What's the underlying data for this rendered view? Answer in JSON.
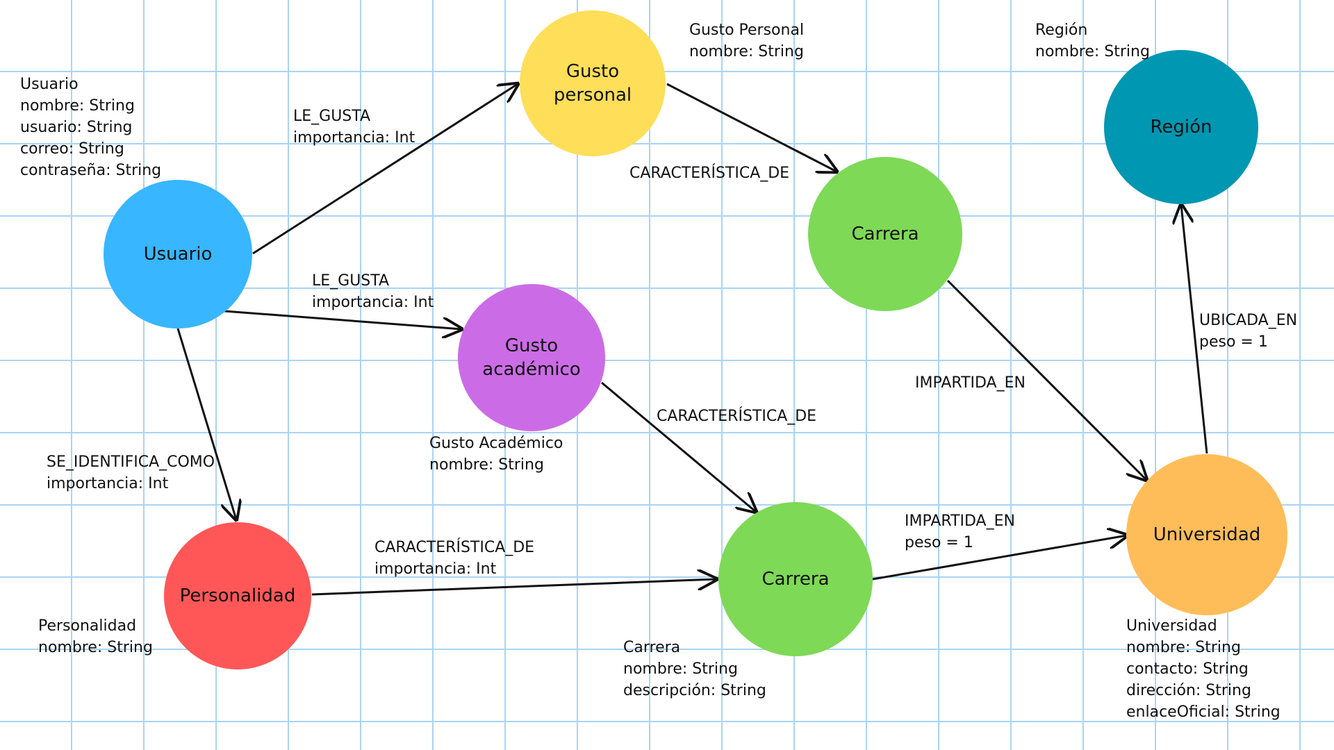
{
  "nodes": {
    "usuario": {
      "label": "Usuario",
      "color": "#38b6ff"
    },
    "gusto_personal": {
      "label_line1": "Gusto",
      "label_line2": "personal",
      "color": "#ffde59"
    },
    "gusto_academico": {
      "label_line1": "Gusto",
      "label_line2": "académico",
      "color": "#cb6ce6"
    },
    "personalidad": {
      "label": "Personalidad",
      "color": "#ff5757"
    },
    "carrera_top": {
      "label": "Carrera",
      "color": "#7ed957"
    },
    "carrera_bottom": {
      "label": "Carrera",
      "color": "#7ed957"
    },
    "universidad": {
      "label": "Universidad",
      "color": "#ffbd59"
    },
    "region": {
      "label": "Región",
      "color": "#0097b2"
    }
  },
  "entity_notes": {
    "usuario": [
      "Usuario",
      "nombre: String",
      "usuario: String",
      "correo: String",
      "contraseña: String"
    ],
    "gusto_personal": [
      "Gusto Personal",
      "nombre: String"
    ],
    "gusto_academico": [
      "Gusto Académico",
      "nombre: String"
    ],
    "personalidad": [
      "Personalidad",
      "nombre: String"
    ],
    "carrera": [
      "Carrera",
      "nombre: String",
      "descripción: String"
    ],
    "universidad": [
      "Universidad",
      "nombre: String",
      "contacto: String",
      "dirección: String",
      "enlaceOficial: String"
    ],
    "region": [
      "Región",
      "nombre: String"
    ]
  },
  "edge_labels": {
    "usuario_gusto_personal": [
      "LE_GUSTA",
      "importancia: Int"
    ],
    "usuario_gusto_academico": [
      "LE_GUSTA",
      "importancia: Int"
    ],
    "usuario_personalidad": [
      "SE_IDENTIFICA_COMO",
      "importancia: Int"
    ],
    "gusto_personal_carrera": [
      "CARACTERÍSTICA_DE"
    ],
    "gusto_academico_carrera": [
      "CARACTERÍSTICA_DE"
    ],
    "personalidad_carrera": [
      "CARACTERÍSTICA_DE",
      "importancia: Int"
    ],
    "carrera_top_universidad": [
      "IMPARTIDA_EN"
    ],
    "carrera_bottom_universidad": [
      "IMPARTIDA_EN",
      "peso = 1"
    ],
    "universidad_region": [
      "UBICADA_EN",
      "peso = 1"
    ]
  },
  "colors": {
    "grid": "#a9d4f4",
    "background": "#ffffff",
    "edge": "#111111"
  }
}
